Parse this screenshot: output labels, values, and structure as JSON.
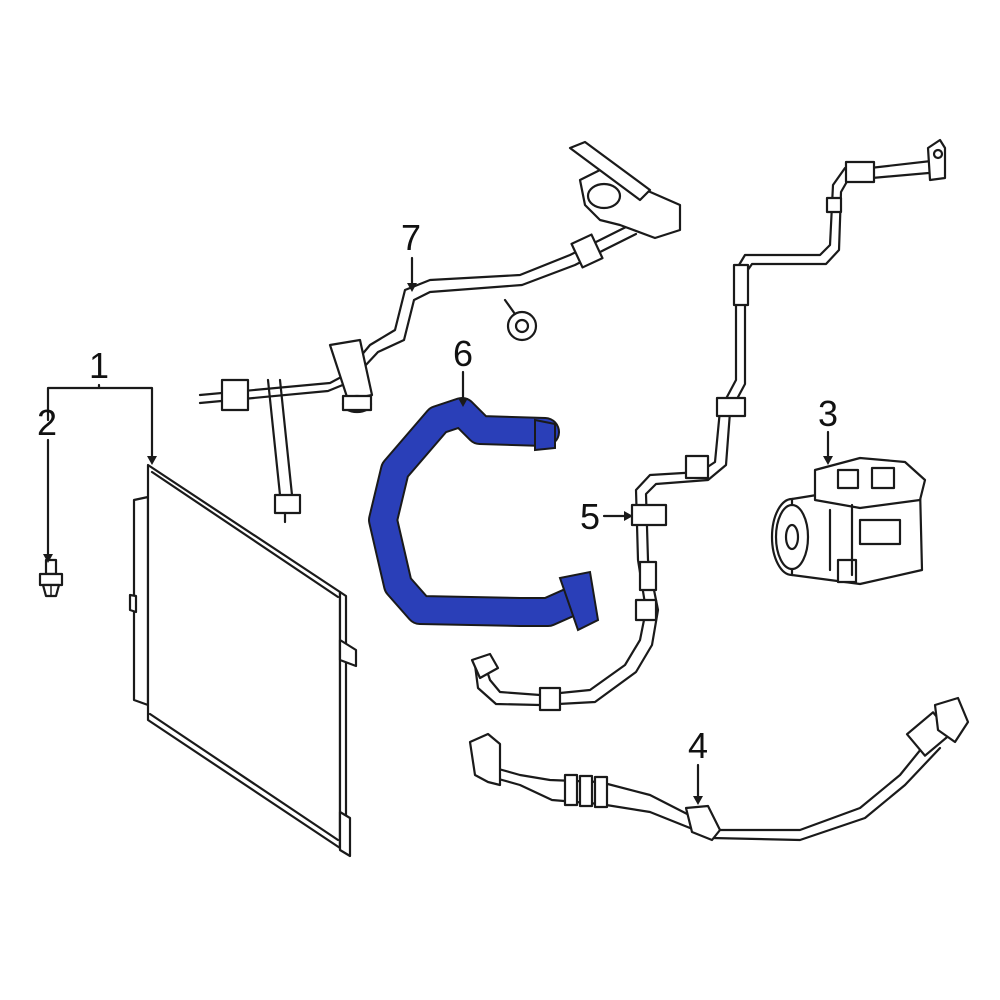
{
  "diagram": {
    "highlight_color": "#2a3fb8",
    "outline_color": "#1a1a1a",
    "callouts": [
      {
        "id": "1",
        "label": "1"
      },
      {
        "id": "2",
        "label": "2"
      },
      {
        "id": "3",
        "label": "3"
      },
      {
        "id": "4",
        "label": "4"
      },
      {
        "id": "5",
        "label": "5"
      },
      {
        "id": "6",
        "label": "6"
      },
      {
        "id": "7",
        "label": "7"
      }
    ]
  }
}
